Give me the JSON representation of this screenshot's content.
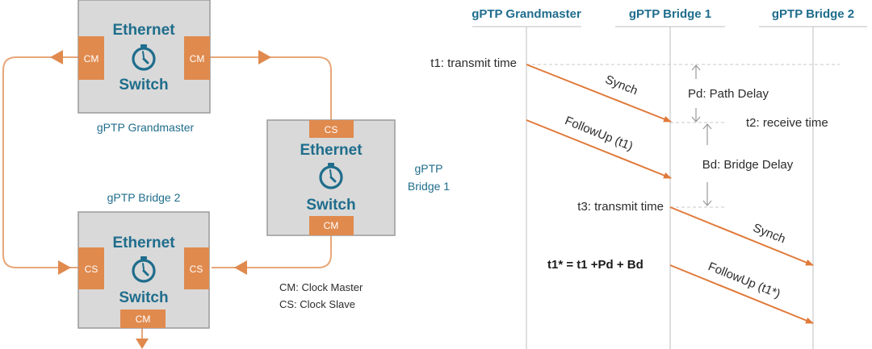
{
  "network": {
    "grandmaster": {
      "ethernet": "Ethernet",
      "switch": "Switch",
      "port_left": "CM",
      "port_right": "CM",
      "caption": "gPTP Grandmaster"
    },
    "bridge1": {
      "ethernet": "Ethernet",
      "switch": "Switch",
      "port_top": "CS",
      "port_bottom": "CM",
      "caption_line1": "gPTP",
      "caption_line2": "Bridge 1"
    },
    "bridge2": {
      "ethernet": "Ethernet",
      "switch": "Switch",
      "port_left": "CS",
      "port_right": "CS",
      "port_bottom": "CM",
      "caption": "gPTP Bridge 2"
    },
    "legend": {
      "cm": "CM: Clock Master",
      "cs": "CS: Clock Slave"
    }
  },
  "sequence": {
    "lanes": [
      "gPTP Grandmaster",
      "gPTP Bridge 1",
      "gPTP Bridge 2"
    ],
    "t1": "t1: transmit time",
    "t2": "t2: receive time",
    "t3": "t3: transmit time",
    "pd": "Pd: Path Delay",
    "bd": "Bd: Bridge Delay",
    "formula": "t1* = t1 +Pd + Bd",
    "msg_synch_1": "Synch",
    "msg_followup_1": "FollowUp (t1)",
    "msg_synch_2": "Synch",
    "msg_followup_2": "FollowUp (t1*)"
  },
  "colors": {
    "box_fill": "#d9d9d9",
    "box_stroke": "#9a9a9a",
    "port": "#e08a4e",
    "link": "#e7a77a",
    "teal": "#1f6d8c",
    "message": "#e07a3a"
  },
  "icons": [
    "stopwatch-icon",
    "arrow-head-icon"
  ]
}
